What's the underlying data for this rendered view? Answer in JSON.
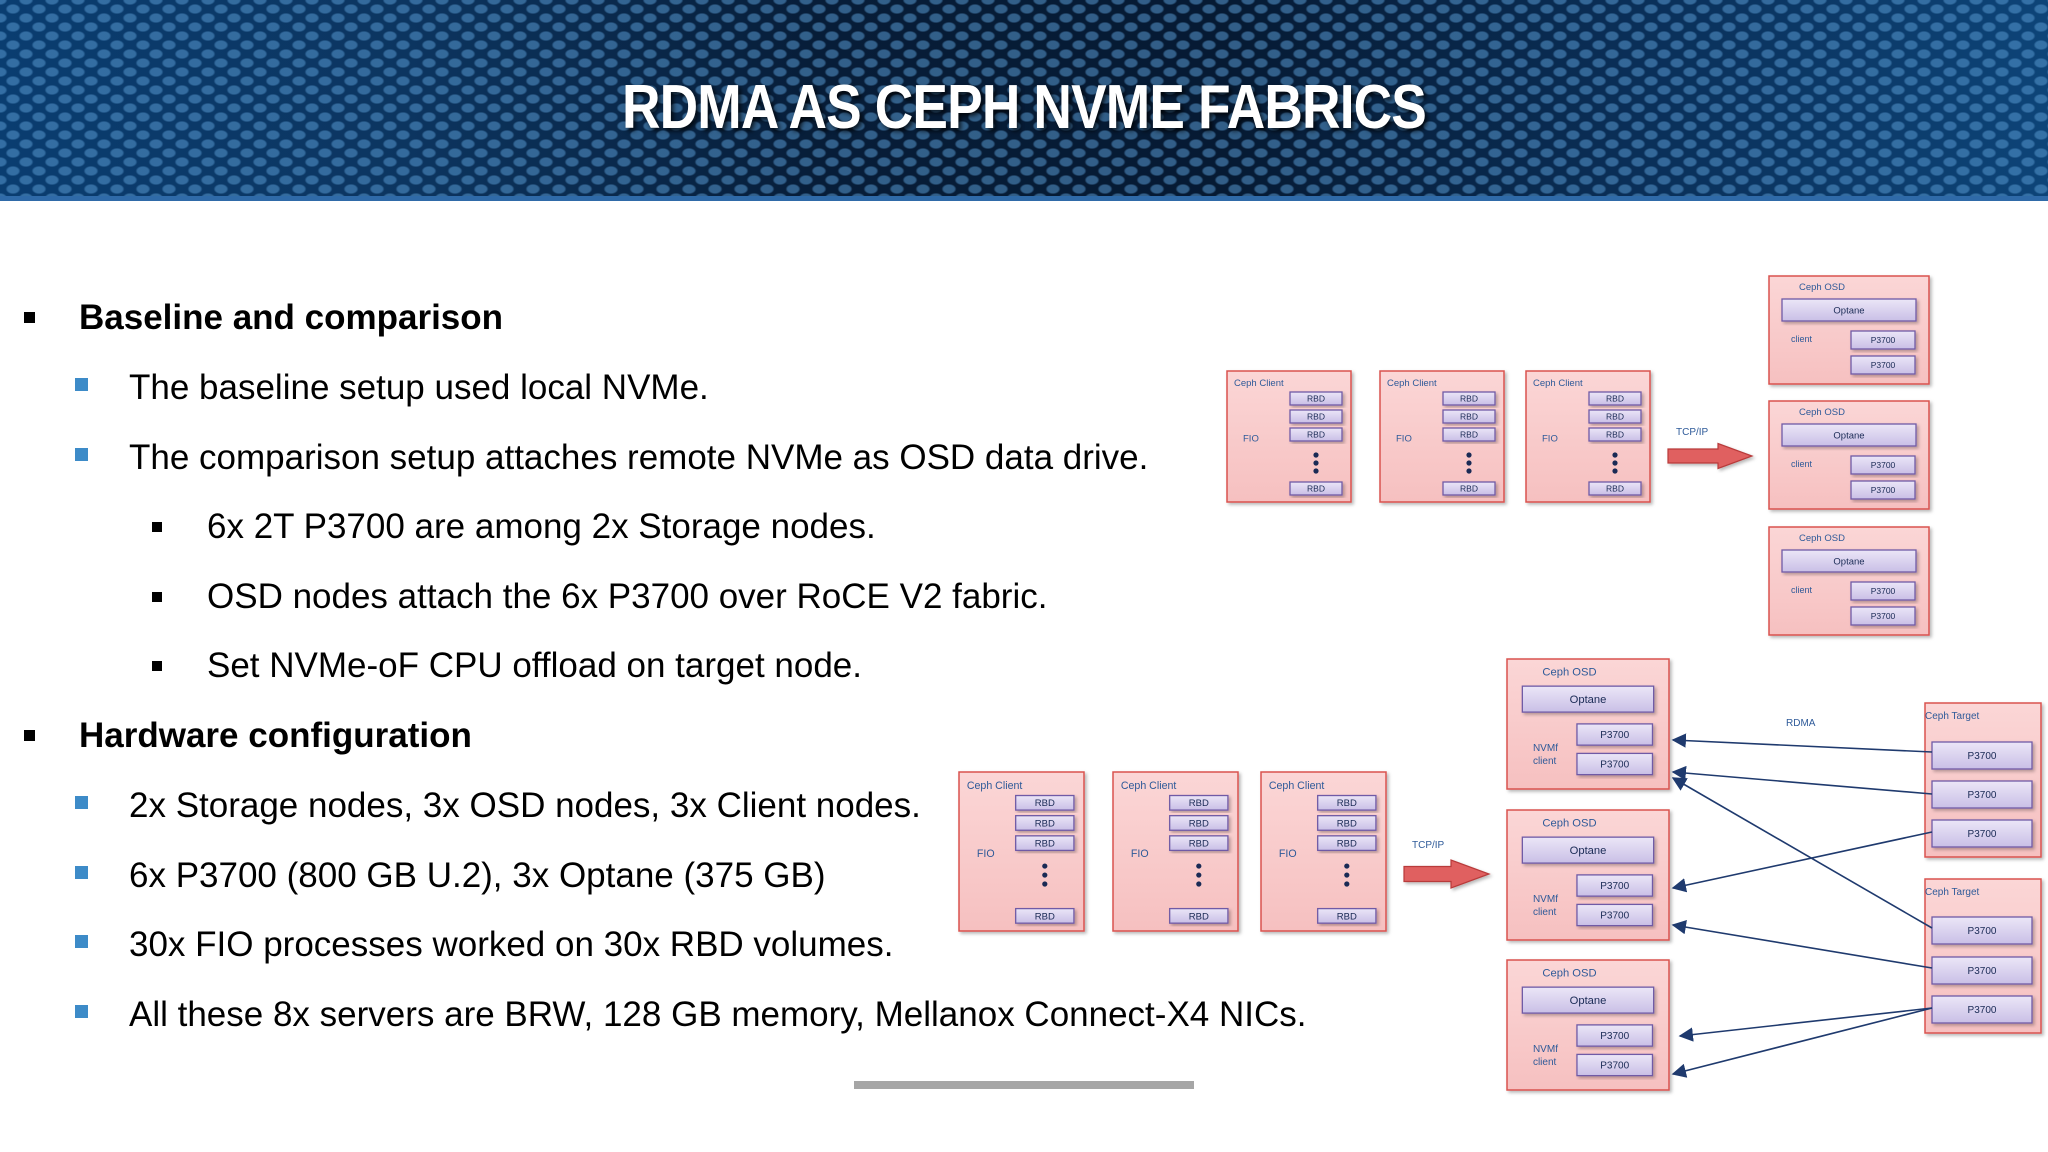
{
  "slide": {
    "title": "RDMA AS CEPH NVME FABRICS",
    "bullets": [
      {
        "level": 1,
        "text": "Baseline and comparison"
      },
      {
        "level": 2,
        "text": "The baseline setup used local NVMe."
      },
      {
        "level": 2,
        "text": "The comparison setup attaches remote NVMe as OSD data drive."
      },
      {
        "level": 3,
        "text": "6x 2T P3700 are among 2x Storage nodes."
      },
      {
        "level": 3,
        "text": "OSD nodes attach the 6x P3700 over RoCE V2 fabric."
      },
      {
        "level": 3,
        "text": "Set NVMe-oF CPU offload on target node."
      },
      {
        "level": 1,
        "text": "Hardware configuration"
      },
      {
        "level": 2,
        "text": "2x Storage nodes, 3x OSD nodes, 3x Client nodes."
      },
      {
        "level": 2,
        "text": "6x P3700 (800 GB U.2), 3x Optane (375 GB)"
      },
      {
        "level": 2,
        "text": "30x FIO processes worked on 30x RBD volumes."
      },
      {
        "level": 2,
        "text": "All these 8x servers are BRW, 128 GB memory, Mellanox Connect-X4 NICs."
      }
    ]
  },
  "diagram": {
    "colors": {
      "node_fill": "#f6c0c0",
      "node_border": "#d9534f",
      "block_fill": "#c9bfe6",
      "block_border": "#6f5aa6",
      "arrow_fill": "#e06060",
      "link_color": "#1f3a6e",
      "label_color": "#2e5a99"
    },
    "top": {
      "clients": [
        {
          "title": "Ceph Client",
          "proc": "FIO",
          "volumes": [
            "RBD",
            "RBD",
            "RBD",
            "RBD"
          ]
        },
        {
          "title": "Ceph Client",
          "proc": "FIO",
          "volumes": [
            "RBD",
            "RBD",
            "RBD",
            "RBD"
          ]
        },
        {
          "title": "Ceph Client",
          "proc": "FIO",
          "volumes": [
            "RBD",
            "RBD",
            "RBD",
            "RBD"
          ]
        }
      ],
      "link_label": "TCP/IP",
      "osds": [
        {
          "title": "Ceph OSD",
          "cache": "Optane",
          "role": "client",
          "drives": [
            "P3700",
            "P3700"
          ]
        },
        {
          "title": "Ceph OSD",
          "cache": "Optane",
          "role": "client",
          "drives": [
            "P3700",
            "P3700"
          ]
        },
        {
          "title": "Ceph OSD",
          "cache": "Optane",
          "role": "client",
          "drives": [
            "P3700",
            "P3700"
          ]
        }
      ]
    },
    "bottom": {
      "clients": [
        {
          "title": "Ceph Client",
          "proc": "FIO",
          "volumes": [
            "RBD",
            "RBD",
            "RBD",
            "RBD"
          ]
        },
        {
          "title": "Ceph Client",
          "proc": "FIO",
          "volumes": [
            "RBD",
            "RBD",
            "RBD",
            "RBD"
          ]
        },
        {
          "title": "Ceph Client",
          "proc": "FIO",
          "volumes": [
            "RBD",
            "RBD",
            "RBD",
            "RBD"
          ]
        }
      ],
      "link_label": "TCP/IP",
      "fabric_label": "RDMA",
      "osds": [
        {
          "title": "Ceph OSD",
          "cache": "Optane",
          "role_line1": "NVMf",
          "role_line2": "client",
          "drives": [
            "P3700",
            "P3700"
          ]
        },
        {
          "title": "Ceph OSD",
          "cache": "Optane",
          "role_line1": "NVMf",
          "role_line2": "client",
          "drives": [
            "P3700",
            "P3700"
          ]
        },
        {
          "title": "Ceph OSD",
          "cache": "Optane",
          "role_line1": "NVMf",
          "role_line2": "client",
          "drives": [
            "P3700",
            "P3700"
          ]
        }
      ],
      "targets": [
        {
          "title": "Ceph Target",
          "drives": [
            "P3700",
            "P3700",
            "P3700"
          ]
        },
        {
          "title": "Ceph Target",
          "drives": [
            "P3700",
            "P3700",
            "P3700"
          ]
        }
      ]
    }
  }
}
